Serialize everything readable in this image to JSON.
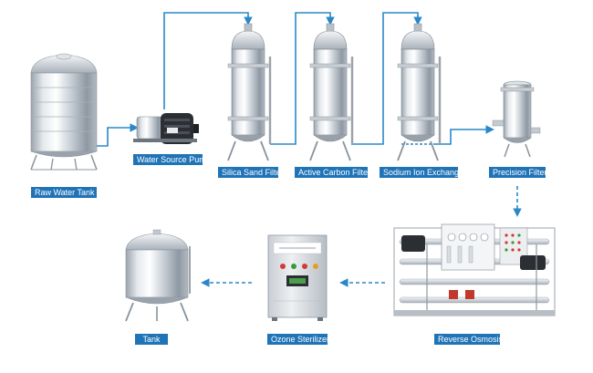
{
  "colors": {
    "label_bg": "#1f73b7",
    "label_text": "#ffffff",
    "flow_line": "#2a88c8",
    "steel_light": "#eef1f4",
    "steel_dark": "#8e98a3"
  },
  "nodes": [
    {
      "id": "raw-water-tank",
      "label": "Raw Water Tank",
      "icon": "storage-tank-icon"
    },
    {
      "id": "water-source-pump",
      "label": "Water Source Pump",
      "icon": "pump-icon"
    },
    {
      "id": "silica-sand-filter",
      "label": "Silica Sand Filter",
      "icon": "filter-vessel-icon"
    },
    {
      "id": "active-carbon-filter",
      "label": "Active Carbon Filter",
      "icon": "filter-vessel-icon"
    },
    {
      "id": "sodium-ion-exchanger",
      "label": "Sodium Ion Exchanger",
      "icon": "filter-vessel-icon"
    },
    {
      "id": "precision-filter",
      "label": "Precision Filter",
      "icon": "cartridge-filter-icon"
    },
    {
      "id": "reverse-osmosis",
      "label": "Reverse Osmosis",
      "icon": "ro-skid-icon"
    },
    {
      "id": "ozone-sterilizer",
      "label": "Ozone Sterilizer",
      "icon": "control-cabinet-icon"
    },
    {
      "id": "tank",
      "label": "Tank",
      "icon": "storage-tank-icon"
    }
  ],
  "flow": [
    [
      "raw-water-tank",
      "water-source-pump"
    ],
    [
      "water-source-pump",
      "silica-sand-filter"
    ],
    [
      "silica-sand-filter",
      "active-carbon-filter"
    ],
    [
      "active-carbon-filter",
      "sodium-ion-exchanger"
    ],
    [
      "sodium-ion-exchanger",
      "precision-filter"
    ],
    [
      "precision-filter",
      "reverse-osmosis"
    ],
    [
      "reverse-osmosis",
      "ozone-sterilizer"
    ],
    [
      "ozone-sterilizer",
      "tank"
    ]
  ]
}
